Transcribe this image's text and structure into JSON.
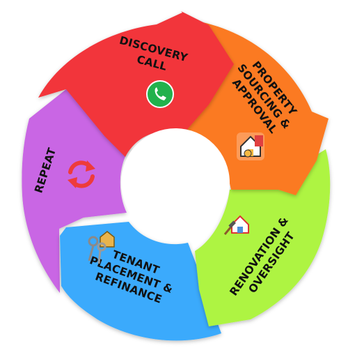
{
  "diagram": {
    "type": "circular-process",
    "segments": [
      {
        "id": "discovery",
        "lines": [
          "DISCOVERY",
          "CALL"
        ],
        "color": "#f2353a",
        "icon": "whatsapp-phone-icon",
        "icon_color": "#22b14c"
      },
      {
        "id": "sourcing",
        "lines": [
          "PROPERTY",
          "SOURCING &",
          "APPROVAL"
        ],
        "color": "#fb7a21",
        "icon": "house-document-icon"
      },
      {
        "id": "renovation",
        "lines": [
          "RENOVATION &",
          "OVERSIGHT"
        ],
        "color": "#aef443",
        "icon": "house-hammer-icon"
      },
      {
        "id": "tenant",
        "lines": [
          "TENANT",
          "PLACEMENT &",
          "REFINANCE"
        ],
        "color": "#3aaafc",
        "icon": "house-keys-icon"
      },
      {
        "id": "repeat",
        "lines": [
          "REPEAT"
        ],
        "color": "#c966e4",
        "icon": "refresh-arrows-icon",
        "icon_color": "#ee3b3b"
      }
    ]
  }
}
